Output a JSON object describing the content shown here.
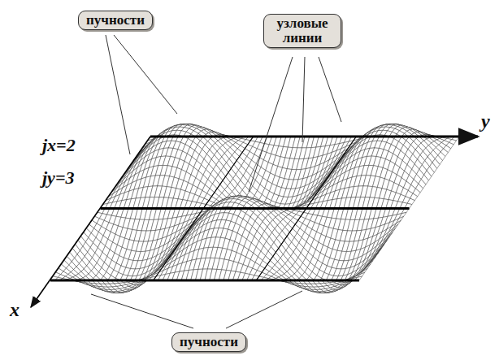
{
  "diagram": {
    "nodes": [
      {
        "text": [
          "пучности"
        ]
      },
      {
        "text": [
          "узловые линии"
        ]
      },
      {
        "text": [
          "пучности"
        ]
      }
    ],
    "edges": [],
    "labels": [
      "jx=2",
      "jy=3",
      "x",
      "y"
    ]
  }
}
